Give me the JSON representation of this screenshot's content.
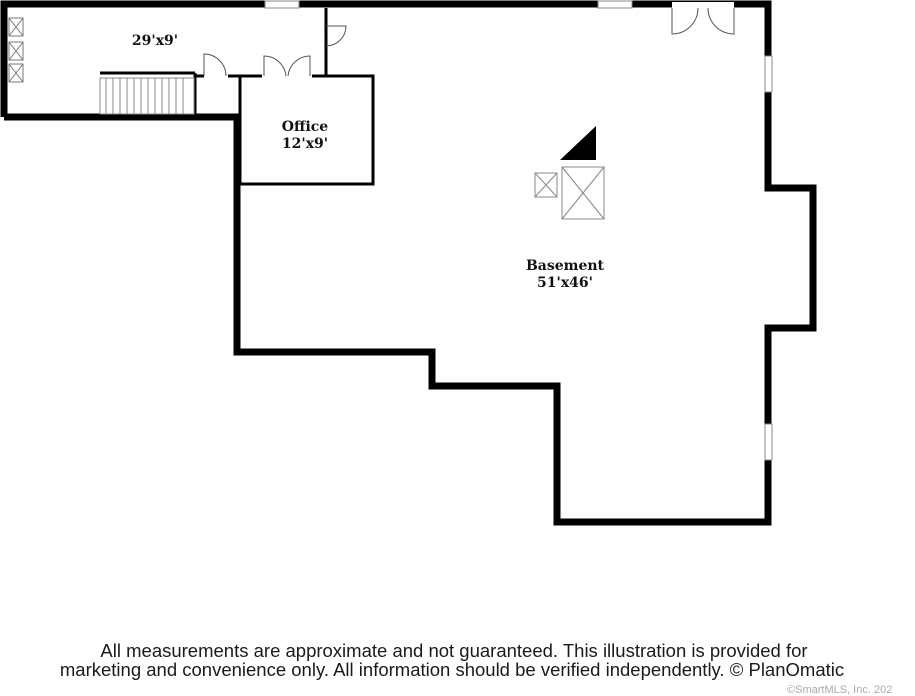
{
  "rooms": {
    "stair_room": {
      "dimensions": "29'x9'"
    },
    "office": {
      "name": "Office",
      "dimensions": "12'x9'"
    },
    "basement": {
      "name": "Basement",
      "dimensions": "51'x46'"
    }
  },
  "disclaimer": {
    "line1": "All measurements are approximate and not guaranteed. This illustration is provided for",
    "line2": "marketing and convenience only. All information should be verified independently. © PlanOmatic"
  },
  "copyright": "©SmartMLS, Inc. 202"
}
